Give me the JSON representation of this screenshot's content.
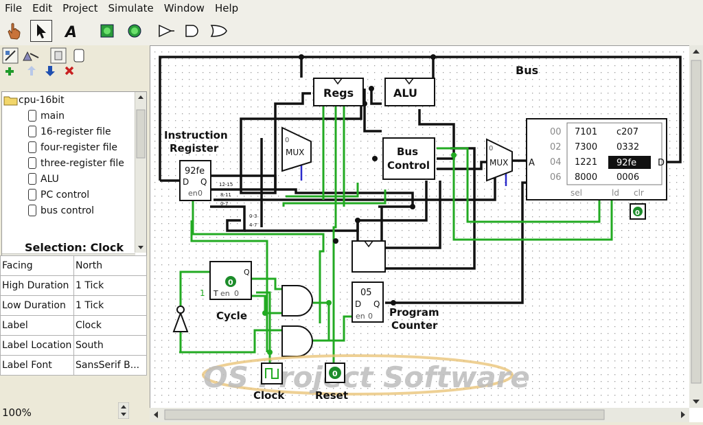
{
  "menu": [
    "File",
    "Edit",
    "Project",
    "Simulate",
    "Window",
    "Help"
  ],
  "toolbar": {
    "tools": [
      "poke-tool",
      "select-tool",
      "text-tool",
      "input-pin",
      "output-pin",
      "buffer-gate",
      "and-gate",
      "or-gate"
    ]
  },
  "tree": {
    "root": "cpu-16bit",
    "items": [
      "main",
      "16-register file",
      "four-register file",
      "three-register file",
      "ALU",
      "PC control",
      "bus control"
    ]
  },
  "selection": {
    "title": "Selection: Clock",
    "props": [
      {
        "key": "Facing",
        "value": "North"
      },
      {
        "key": "High Duration",
        "value": "1 Tick"
      },
      {
        "key": "Low Duration",
        "value": "1 Tick"
      },
      {
        "key": "Label",
        "value": "Clock"
      },
      {
        "key": "Label Location",
        "value": "South"
      },
      {
        "key": "Label Font",
        "value": "SansSerif B..."
      }
    ]
  },
  "zoom": "100%",
  "circuit": {
    "bus_label": "Bus",
    "regs": "Regs",
    "alu": "ALU",
    "instruction_register": [
      "Instruction",
      "Register"
    ],
    "ir_value": "92fe",
    "d": "D",
    "q": "Q",
    "en": "en",
    "zero": "0",
    "one": "1",
    "t": "T",
    "mux": "MUX",
    "bus_control": [
      "Bus",
      "Control"
    ],
    "ram_addrs": [
      "00",
      "02",
      "04",
      "06"
    ],
    "ram_col1": [
      "7101",
      "7300",
      "1221",
      "8000"
    ],
    "ram_col2": [
      "c207",
      "0332",
      "92fe",
      "0006"
    ],
    "ram_a": "A",
    "ram_d": "D",
    "ram_sel": "sel",
    "ram_ld": "ld",
    "ram_clr": "clr",
    "split_labels": [
      "12-15",
      "8-11",
      "0-7",
      "0-3",
      "4-7"
    ],
    "cycle": "Cycle",
    "pc_value": "05",
    "program_counter": [
      "Program",
      "Counter"
    ],
    "clock": "Clock",
    "reset": "Reset",
    "watermark": "OS Project Software"
  }
}
